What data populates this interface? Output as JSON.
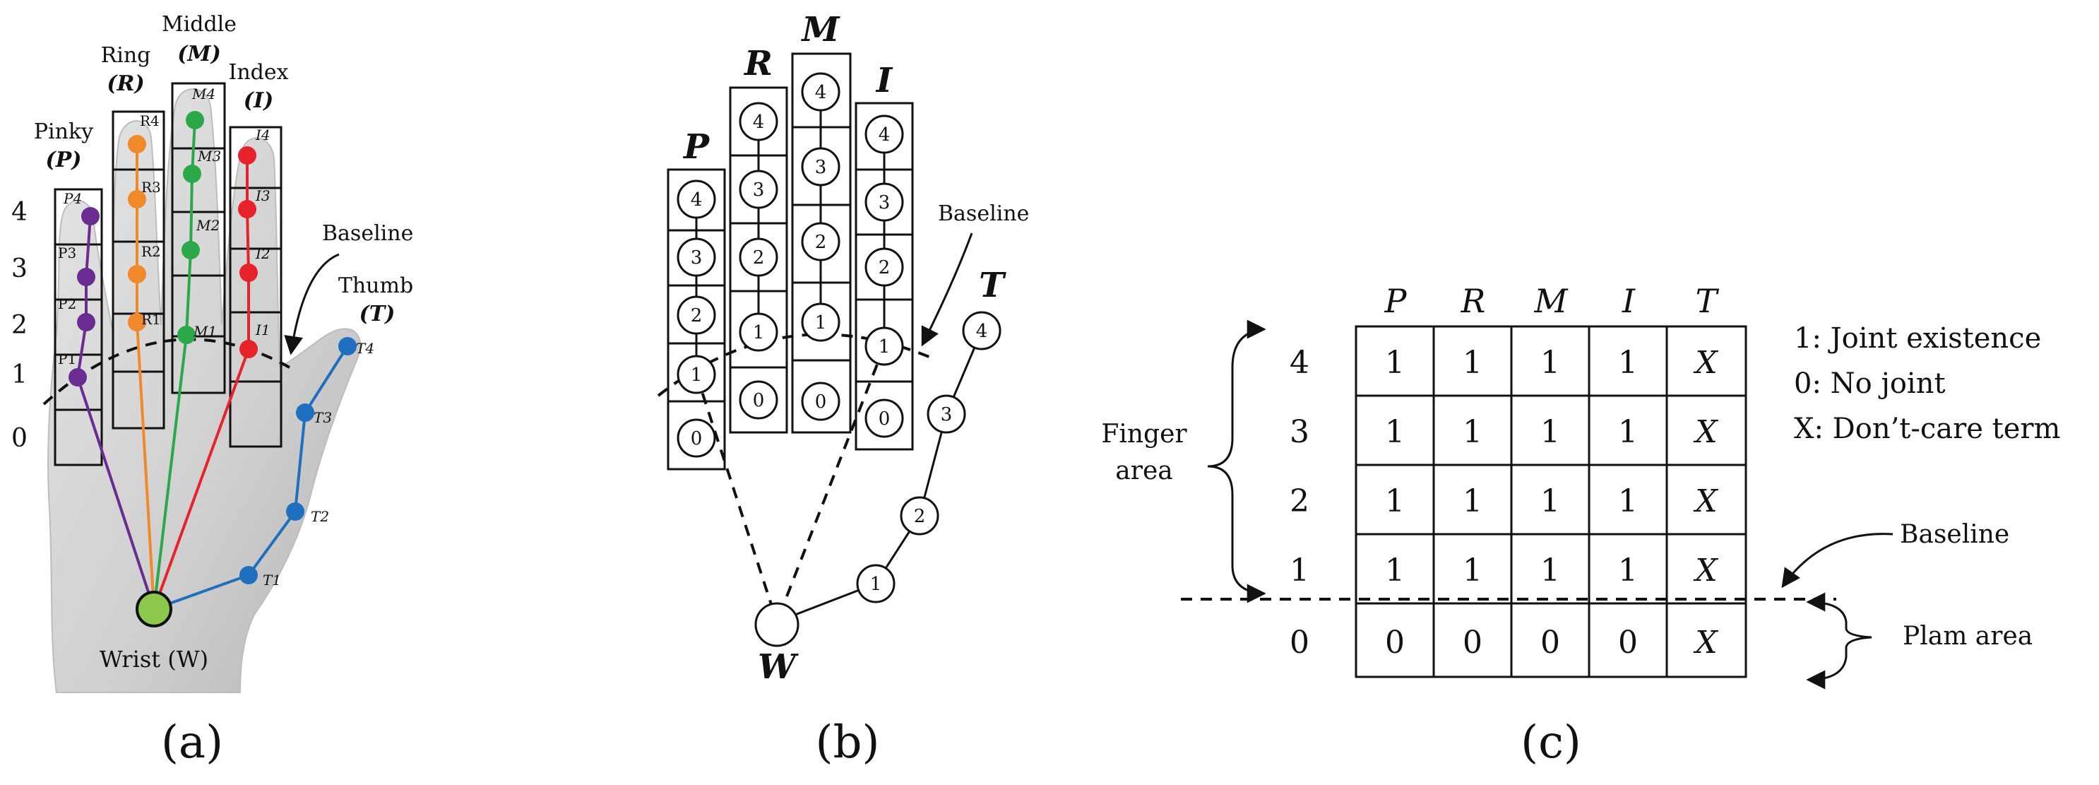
{
  "panel_a": {
    "caption": "(a)",
    "finger_titles": {
      "pinky": [
        "Pinky",
        "(P)"
      ],
      "ring": [
        "Ring",
        "(R)"
      ],
      "middle": [
        "Middle",
        "(M)"
      ],
      "index": [
        "Index",
        "(I)"
      ],
      "thumb": [
        "Thumb",
        "(T)"
      ]
    },
    "baseline_label": "Baseline",
    "wrist_label": "Wrist (W)",
    "level_labels": [
      "4",
      "3",
      "2",
      "1",
      "0"
    ],
    "joint_labels": {
      "pinky": [
        "P1",
        "P2",
        "P3",
        "P4"
      ],
      "ring": [
        "R1",
        "R2",
        "R3",
        "R4"
      ],
      "middle": [
        "M1",
        "M2",
        "M3",
        "M4"
      ],
      "index": [
        "I1",
        "I2",
        "I3",
        "I4"
      ],
      "thumb": [
        "T1",
        "T2",
        "T3",
        "T4"
      ]
    },
    "colors": {
      "pinky": "#6a2c91",
      "ring": "#f0892a",
      "middle": "#2aa84a",
      "index": "#e8222a",
      "thumb": "#1f6fbf",
      "wrist": "#8cc84b"
    }
  },
  "panel_b": {
    "caption": "(b)",
    "finger_letters": [
      "P",
      "R",
      "M",
      "I",
      "T"
    ],
    "wrist_letter": "W",
    "baseline_label": "Baseline",
    "node_numbers": [
      "4",
      "3",
      "2",
      "1",
      "0"
    ],
    "thumb_node_numbers": [
      "4",
      "3",
      "2",
      "1"
    ]
  },
  "panel_c": {
    "caption": "(c)",
    "columns": [
      "P",
      "R",
      "M",
      "I",
      "T"
    ],
    "rows": [
      {
        "level": "4",
        "cells": [
          "1",
          "1",
          "1",
          "1",
          "X"
        ]
      },
      {
        "level": "3",
        "cells": [
          "1",
          "1",
          "1",
          "1",
          "X"
        ]
      },
      {
        "level": "2",
        "cells": [
          "1",
          "1",
          "1",
          "1",
          "X"
        ]
      },
      {
        "level": "1",
        "cells": [
          "1",
          "1",
          "1",
          "1",
          "X"
        ]
      },
      {
        "level": "0",
        "cells": [
          "0",
          "0",
          "0",
          "0",
          "X"
        ]
      }
    ],
    "legend": [
      "1: Joint existence",
      "0: No joint",
      "X: Don’t-care term"
    ],
    "finger_area": [
      "Finger",
      "area"
    ],
    "baseline_label": "Baseline",
    "palm_area": "Plam area"
  }
}
